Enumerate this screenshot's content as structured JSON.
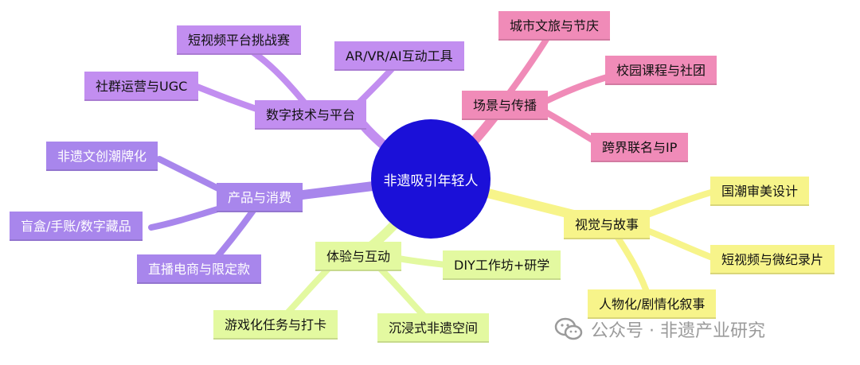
{
  "center": {
    "label": "非遗吸引年轻人"
  },
  "branches": {
    "digital": {
      "label": "数字技术与平台",
      "leaves": [
        "短视频平台挑战赛",
        "AR/VR/AI互动工具",
        "社群运营与UGC"
      ]
    },
    "scene": {
      "label": "场景与传播",
      "leaves": [
        "城市文旅与节庆",
        "校园课程与社团",
        "跨界联名与IP"
      ]
    },
    "product": {
      "label": "产品与消费",
      "leaves": [
        "非遗文创潮牌化",
        "盲盒/手账/数字藏品",
        "直播电商与限定款"
      ]
    },
    "visual": {
      "label": "视觉与故事",
      "leaves": [
        "国潮审美设计",
        "短视频与微纪录片",
        "人物化/剧情化叙事"
      ]
    },
    "experience": {
      "label": "体验与互动",
      "leaves": [
        "DIY工作坊+研学",
        "游戏化任务与打卡",
        "沉浸式非遗空间"
      ]
    }
  },
  "colors": {
    "center": "#1b10d8",
    "digital": "#c28ef0",
    "product": "#a886ec",
    "scene": "#f08bb8",
    "visual": "#f7f48a",
    "experience": "#e3f9a0"
  },
  "watermark": {
    "icon": "wechat-icon",
    "text": "公众号 · 非遗产业研究"
  }
}
